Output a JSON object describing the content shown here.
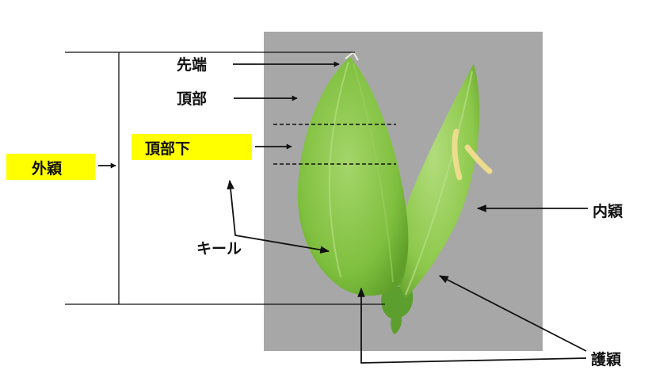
{
  "labels": {
    "tip": "先端",
    "apex": "頂部",
    "below_apex": "頂部下",
    "lemma": "外穎",
    "keel": "キール",
    "palea": "内穎",
    "glume": "護穎"
  },
  "colors": {
    "highlight": "#ffff00",
    "photo_background": "#a7a7a7",
    "glume_green": "#7cbd3c",
    "palea_green": "#8cc84a",
    "anther": "#ecdc8c",
    "line": "#111111"
  }
}
